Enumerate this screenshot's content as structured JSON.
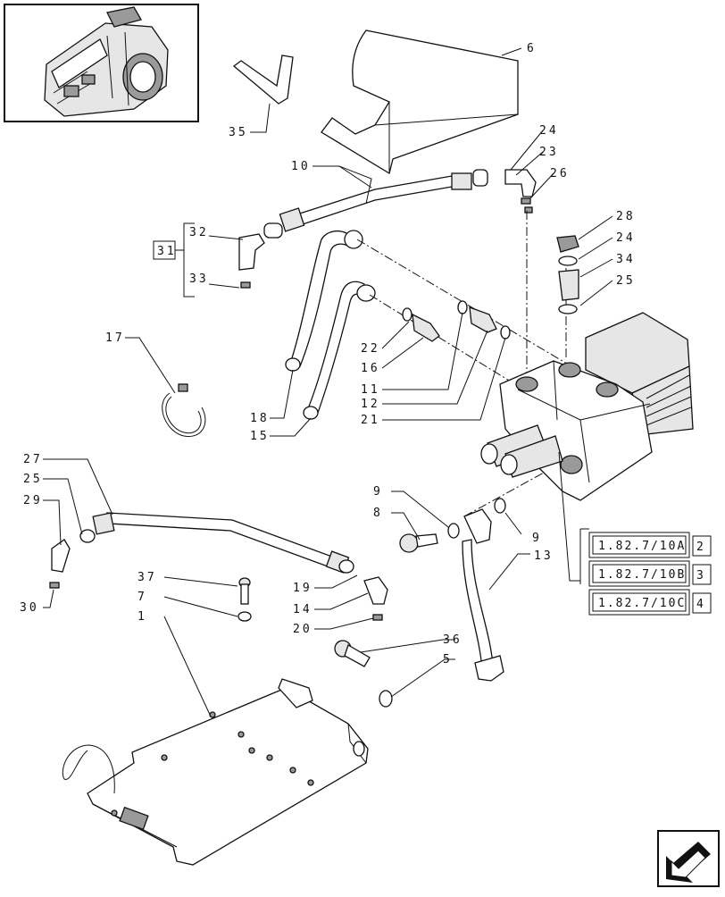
{
  "callouts": [
    {
      "id": "c6",
      "text": "6"
    },
    {
      "id": "c35",
      "text": "35"
    },
    {
      "id": "c10",
      "text": "10"
    },
    {
      "id": "c24a",
      "text": "24"
    },
    {
      "id": "c23",
      "text": "23"
    },
    {
      "id": "c26",
      "text": "26"
    },
    {
      "id": "c32",
      "text": "32"
    },
    {
      "id": "c31",
      "text": "31"
    },
    {
      "id": "c33",
      "text": "33"
    },
    {
      "id": "c28",
      "text": "28"
    },
    {
      "id": "c24b",
      "text": "24"
    },
    {
      "id": "c34",
      "text": "34"
    },
    {
      "id": "c25a",
      "text": "25"
    },
    {
      "id": "c17",
      "text": "17"
    },
    {
      "id": "c22",
      "text": "22"
    },
    {
      "id": "c16",
      "text": "16"
    },
    {
      "id": "c11",
      "text": "11"
    },
    {
      "id": "c12",
      "text": "12"
    },
    {
      "id": "c21",
      "text": "21"
    },
    {
      "id": "c18",
      "text": "18"
    },
    {
      "id": "c15",
      "text": "15"
    },
    {
      "id": "c27",
      "text": "27"
    },
    {
      "id": "c25b",
      "text": "25"
    },
    {
      "id": "c29",
      "text": "29"
    },
    {
      "id": "c30",
      "text": "30"
    },
    {
      "id": "c9a",
      "text": "9"
    },
    {
      "id": "c8",
      "text": "8"
    },
    {
      "id": "c9b",
      "text": "9"
    },
    {
      "id": "c13",
      "text": "13"
    },
    {
      "id": "c37",
      "text": "37"
    },
    {
      "id": "c7",
      "text": "7"
    },
    {
      "id": "c1",
      "text": "1"
    },
    {
      "id": "c19",
      "text": "19"
    },
    {
      "id": "c14",
      "text": "14"
    },
    {
      "id": "c20",
      "text": "20"
    },
    {
      "id": "c36",
      "text": "36"
    },
    {
      "id": "c5",
      "text": "5"
    }
  ],
  "references": [
    {
      "code": "1.82.7/10A",
      "sheet": "2"
    },
    {
      "code": "1.82.7/10B",
      "sheet": "3"
    },
    {
      "code": "1.82.7/10C",
      "sheet": "4"
    }
  ],
  "icons": {
    "thumbnail": "transmission-housing-thumbnail",
    "navigation": "next-page-arrow-icon"
  }
}
